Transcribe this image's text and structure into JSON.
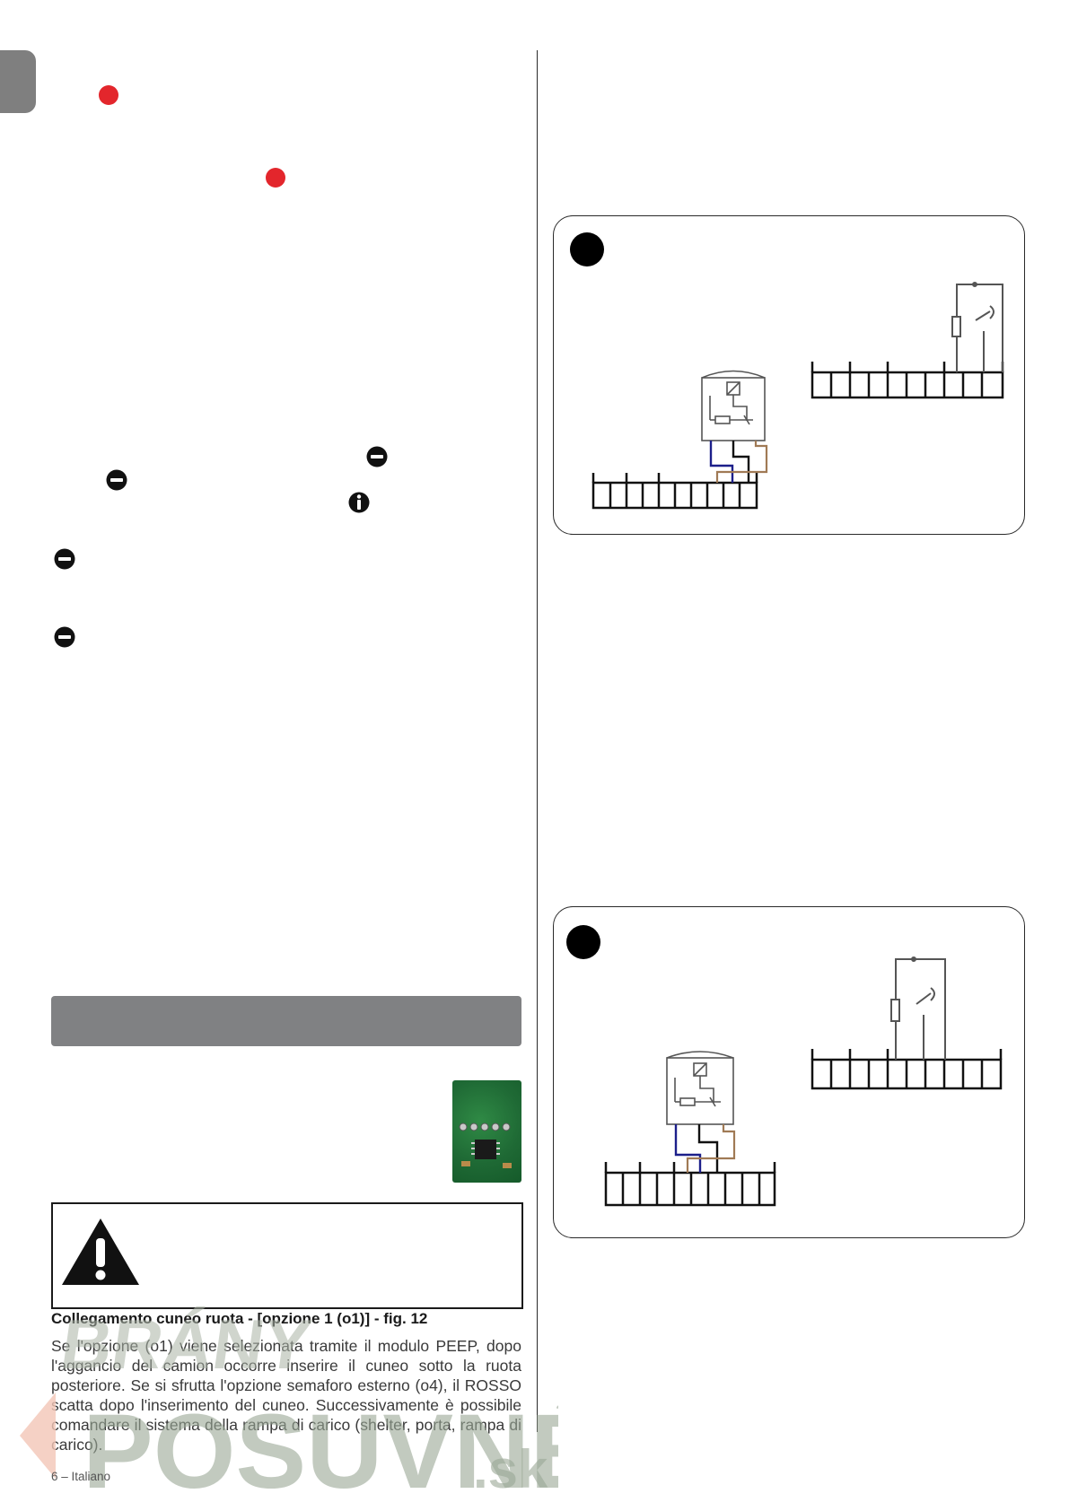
{
  "section": {
    "heading": "Collegamento cuneo ruota - [opzione 1 (o1)] - fig. 12",
    "paragraph": "Se l'opzione (o1) viene selezionata tramite il modulo PEEP, dopo l'aggancio del camion occorre inserire il cuneo sotto la ruota posteriore. Se si sfrutta l'opzione semaforo esterno (o4), il ROSSO scatta dopo l'inserimento del cuneo. Successivamente è possibile comandare il sistema della rampa di carico (shelter, porta, rampa di carico)."
  },
  "footer": {
    "page_label": "6 – Italiano"
  },
  "watermark": {
    "line1": "BRÁNY",
    "line2": "POSUVNÉ",
    "suffix": ".sk"
  },
  "icons": {
    "red_marker": "red-dot",
    "no_entry": "no-entry-icon",
    "info": "info-icon",
    "warning": "warning-triangle-icon",
    "module_photo": "pcb-module-image"
  },
  "colors": {
    "accent_red": "#e3262c",
    "bar_grey": "#808183",
    "wire_blue": "#1c1f8a",
    "wire_brown": "#a07a55",
    "pcb_green": "#1f6a35"
  }
}
